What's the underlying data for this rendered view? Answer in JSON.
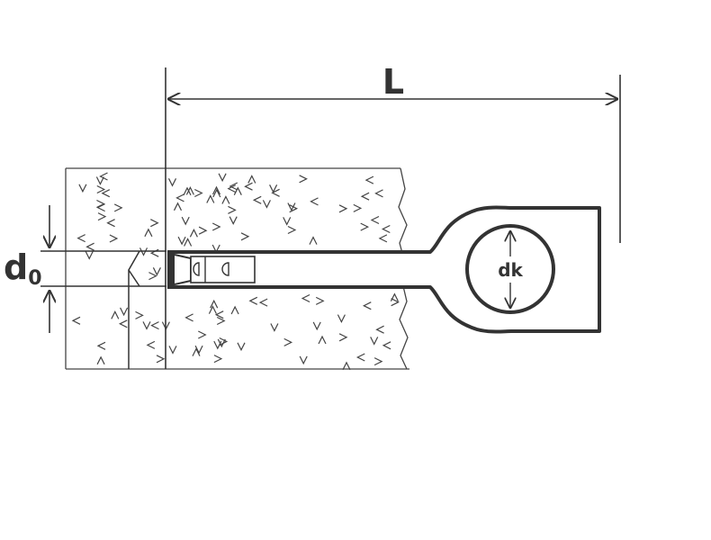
{
  "labels": {
    "length": "L",
    "hole_diameter": "d",
    "hole_diameter_sub": "0",
    "eye_diameter": "dk"
  },
  "colors": {
    "line": "#333333",
    "texture": "#444444",
    "background": "#ffffff"
  }
}
